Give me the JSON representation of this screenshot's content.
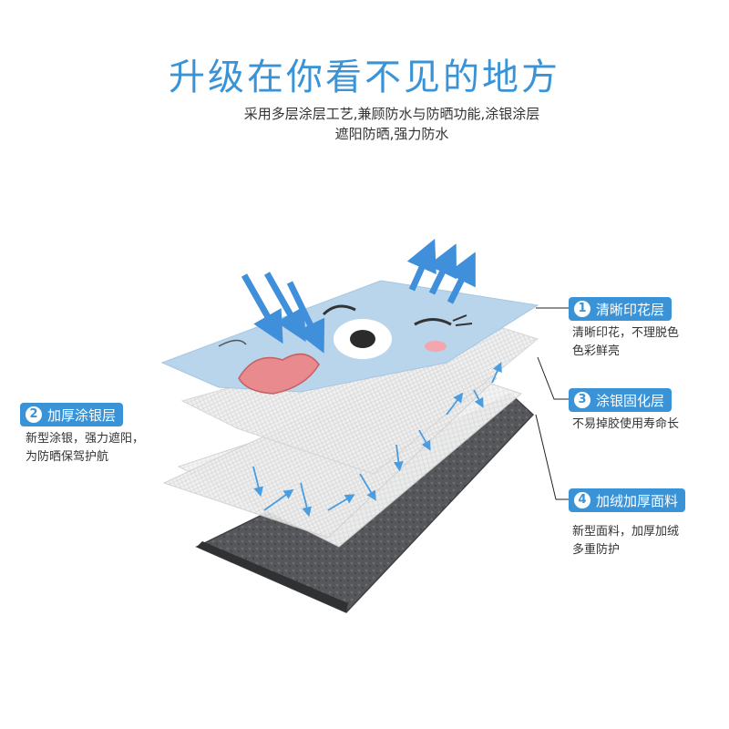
{
  "header": {
    "title": "升级在你看不见的地方",
    "subtitle_line1": "采用多层涂层工艺,兼顾防水与防晒功能,涂银涂层",
    "subtitle_line2": "遮阳防晒,强力防水"
  },
  "layers": [
    {
      "number": "1",
      "name": "清晰印花层",
      "desc_line1": "清晰印花，不理脱色",
      "desc_line2": "色彩鲜亮"
    },
    {
      "number": "2",
      "name": "加厚涂银层",
      "desc_line1": "新型涂银，强力遮阳，",
      "desc_line2": "为防晒保驾护航"
    },
    {
      "number": "3",
      "name": "涂银固化层",
      "desc_line1": "不易掉胶使用寿命长",
      "desc_line2": ""
    },
    {
      "number": "4",
      "name": "加绒加厚面料",
      "desc_line1": "新型面料，加厚加绒",
      "desc_line2": "多重防护"
    }
  ],
  "colors": {
    "accent": "#3a93d6",
    "print_layer": "#b7d3ea",
    "silver_layer": "#ececec",
    "fabric_layer": "#4d4f52",
    "arrow": "#4a9de0"
  }
}
